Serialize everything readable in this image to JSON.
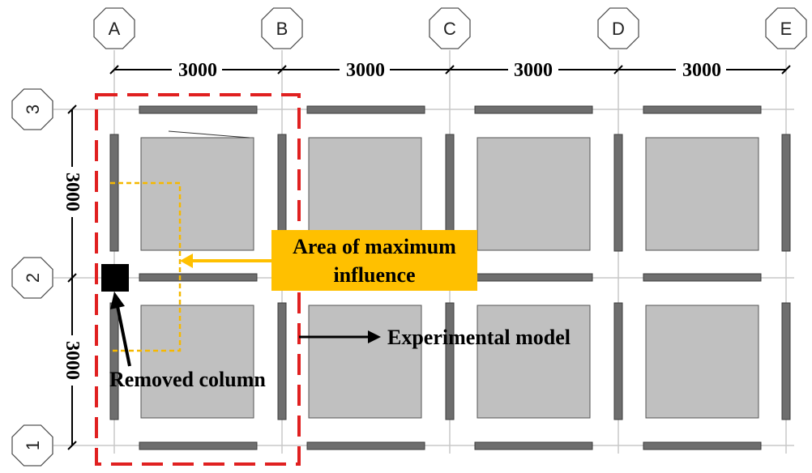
{
  "grid": {
    "columns": [
      "A",
      "B",
      "C",
      "D",
      "E"
    ],
    "rows": [
      "3",
      "2",
      "1"
    ]
  },
  "dimensions": {
    "horizontal": [
      "3000",
      "3000",
      "3000",
      "3000"
    ],
    "vertical": [
      "3000",
      "3000"
    ]
  },
  "annotations": {
    "influence_line1": "Area of maximum",
    "influence_line2": "influence",
    "experimental_model": "Experimental model",
    "removed_column": "Removed column"
  },
  "colors": {
    "grid_line": "#c8c8c8",
    "beam": "#6e6e6e",
    "slab": "#c0c0c0",
    "column": "#000000",
    "highlight_box": "#e02020",
    "influence": "#ffc000",
    "influence_dashed": "#f5b800"
  },
  "icons": {
    "grid_marker": "octagon-marker"
  }
}
